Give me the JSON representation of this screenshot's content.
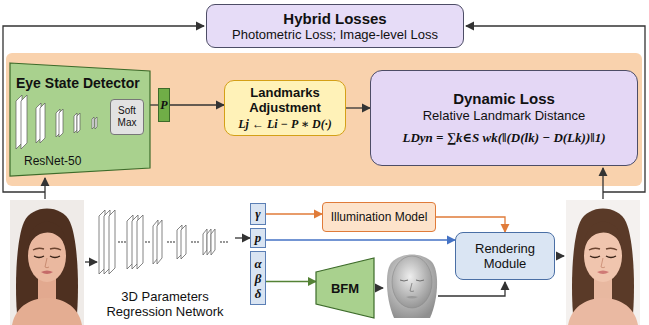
{
  "diagram": {
    "nodes": [
      {
        "text": [
          "Hybrid Losses",
          "Photometric Loss; Image-level Loss"
        ]
      },
      {
        "text": [
          "Eye State Detector",
          "ResNet-50"
        ]
      },
      {
        "text": [
          "Soft Max"
        ],
        "in": 1
      },
      {
        "text": [
          "P"
        ]
      },
      {
        "text": [
          "Landmarks Adjustment",
          "Lj ← Li − P ∗ D(·)"
        ]
      },
      {
        "text": [
          "Dynamic Loss",
          "Relative Landmark Distance",
          "LDyn = ∑k∈S wk(‖(D(lk) − D(Lk))‖1)"
        ]
      },
      {
        "text": [
          "3D Parameters Regression Network"
        ]
      },
      {
        "text": [
          "γ"
        ]
      },
      {
        "text": [
          "p"
        ]
      },
      {
        "text": [
          "α β δ"
        ]
      },
      {
        "text": [
          "Illumination Model"
        ]
      },
      {
        "text": [
          "BFM"
        ]
      },
      {
        "text": [
          "Rendering Module"
        ]
      }
    ],
    "edges": [
      {
        "from": 1,
        "to": 3,
        "arrow": "none"
      },
      {
        "from": 3,
        "to": 4,
        "arrow": "to"
      },
      {
        "from": 4,
        "to": 5,
        "arrow": "to"
      },
      {
        "from": 6,
        "to": 8,
        "arrow": "to"
      },
      {
        "from": 7,
        "to": 10,
        "arrow": "to"
      },
      {
        "from": 10,
        "to": 12,
        "arrow": "to"
      },
      {
        "from": 8,
        "to": 12,
        "arrow": "to"
      },
      {
        "from": 9,
        "to": 11,
        "arrow": "to"
      }
    ]
  }
}
